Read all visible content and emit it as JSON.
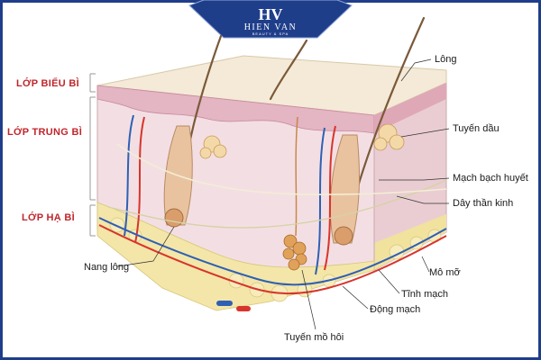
{
  "brand": {
    "name": "HIEN VAN",
    "subtitle": "BEAUTY & SPA",
    "monogram": "HV"
  },
  "left_labels": {
    "epidermis": "LỚP BIỂU BÌ",
    "dermis": "LỚP TRUNG BÌ",
    "hypodermis": "LỚP HẠ BÌ"
  },
  "right_labels": {
    "hair": "Lông",
    "sebaceous_gland": "Tuyến dầu",
    "lymph_vessel": "Mạch bạch huyết",
    "nerve": "Dây thần kinh",
    "fat": "Mô mỡ",
    "vein": "Tĩnh mạch",
    "artery": "Động mạch",
    "sweat_gland": "Tuyến mồ hôi",
    "hair_follicle": "Nang lông"
  },
  "colors": {
    "frame": "#1f3e8a",
    "banner": "#1f3e8a",
    "layer_label": "#c0262c",
    "epidermis": "#f4ead7",
    "dermis": "#f0d9de",
    "fat": "#f3e6a8",
    "artery": "#d8342c",
    "vein": "#2f5fb4"
  }
}
